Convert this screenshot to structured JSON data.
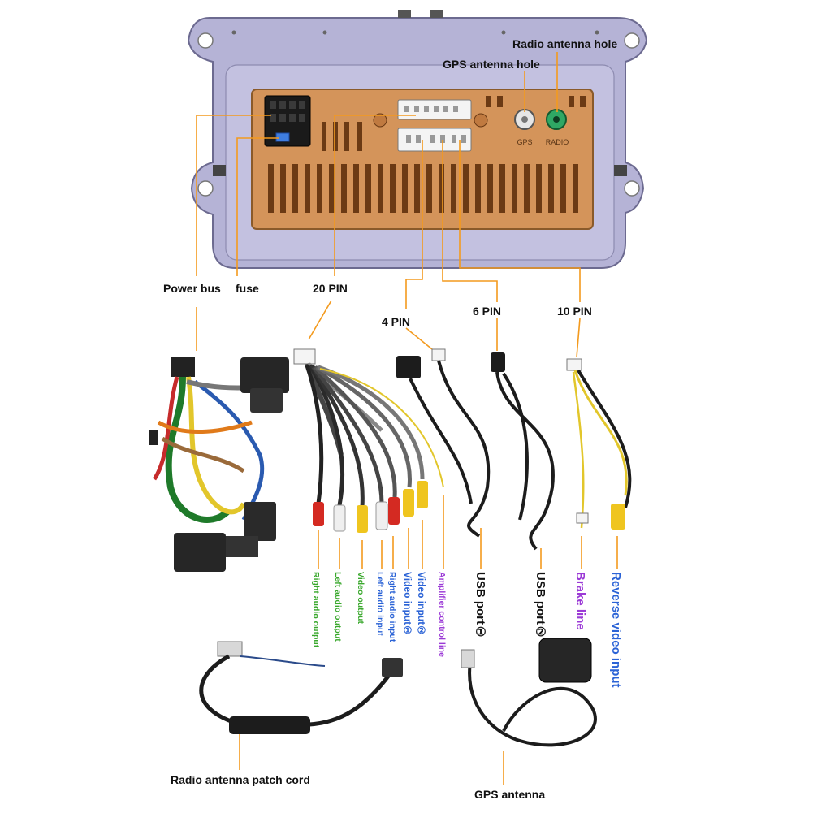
{
  "labels": {
    "radio_antenna_hole": "Radio antenna hole",
    "gps_antenna_hole": "GPS antenna hole",
    "power_bus": "Power bus",
    "fuse": "fuse",
    "pin20": "20 PIN",
    "pin4": "4 PIN",
    "pin6": "6 PIN",
    "pin10": "10 PIN",
    "radio_antenna_patch_cord": "Radio antenna patch cord",
    "gps_antenna": "GPS antenna"
  },
  "unit_markings": {
    "gps": "GPS",
    "radio": "RADIO"
  },
  "cable_labels": {
    "right_audio_output": "Right audio output",
    "left_audio_output": "Left audio output",
    "video_output": "Video output",
    "right_audio_input": "Right audio input",
    "left_audio_input": "Left audio input",
    "video_input_1": "Video input①",
    "video_input_2": "Video input②",
    "amplifier_control_line": "Amplifier control line",
    "usb_port_1": "USB port①",
    "usb_port_2": "USB port②",
    "brake_line": "Brake line",
    "reverse_video_input": "Reverse video input"
  },
  "colors": {
    "panel": "#b5b3d6",
    "connector_block": "#d4945a",
    "leader_line": "#f39a1e",
    "green_label": "#3aa82d",
    "blue_label": "#2b63d6",
    "purple_label": "#9b3ad6",
    "black_label": "#111111",
    "rca_red": "#d42a22",
    "rca_yellow": "#efc51f",
    "rca_white": "#efefef"
  }
}
